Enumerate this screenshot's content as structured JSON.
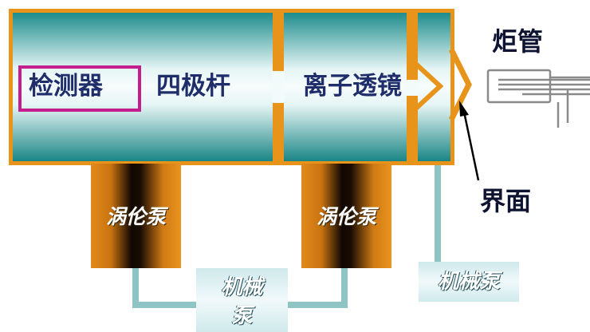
{
  "labels": {
    "detector": "检测器",
    "quadrupole": "四极杆",
    "ion_lens": "离子透镜",
    "torch": "炬管",
    "interface": "界面",
    "turbo_pump_1": "涡伦泵",
    "turbo_pump_2": "涡伦泵",
    "mech_pump_main_line1": "机械",
    "mech_pump_main_line2": "泵",
    "mech_pump_interface": "机械泵"
  },
  "colors": {
    "chamber_border": "#e8941a",
    "chamber_fill_edge": "#1c8a8a",
    "chamber_fill_center": "#f4fbfb",
    "detector_box": "#c41e8c",
    "label_navy": "#1f2d6b",
    "pipe": "#8fc4c4",
    "pump_orange": "#e08a1c",
    "pump_dark": "#140a02"
  }
}
